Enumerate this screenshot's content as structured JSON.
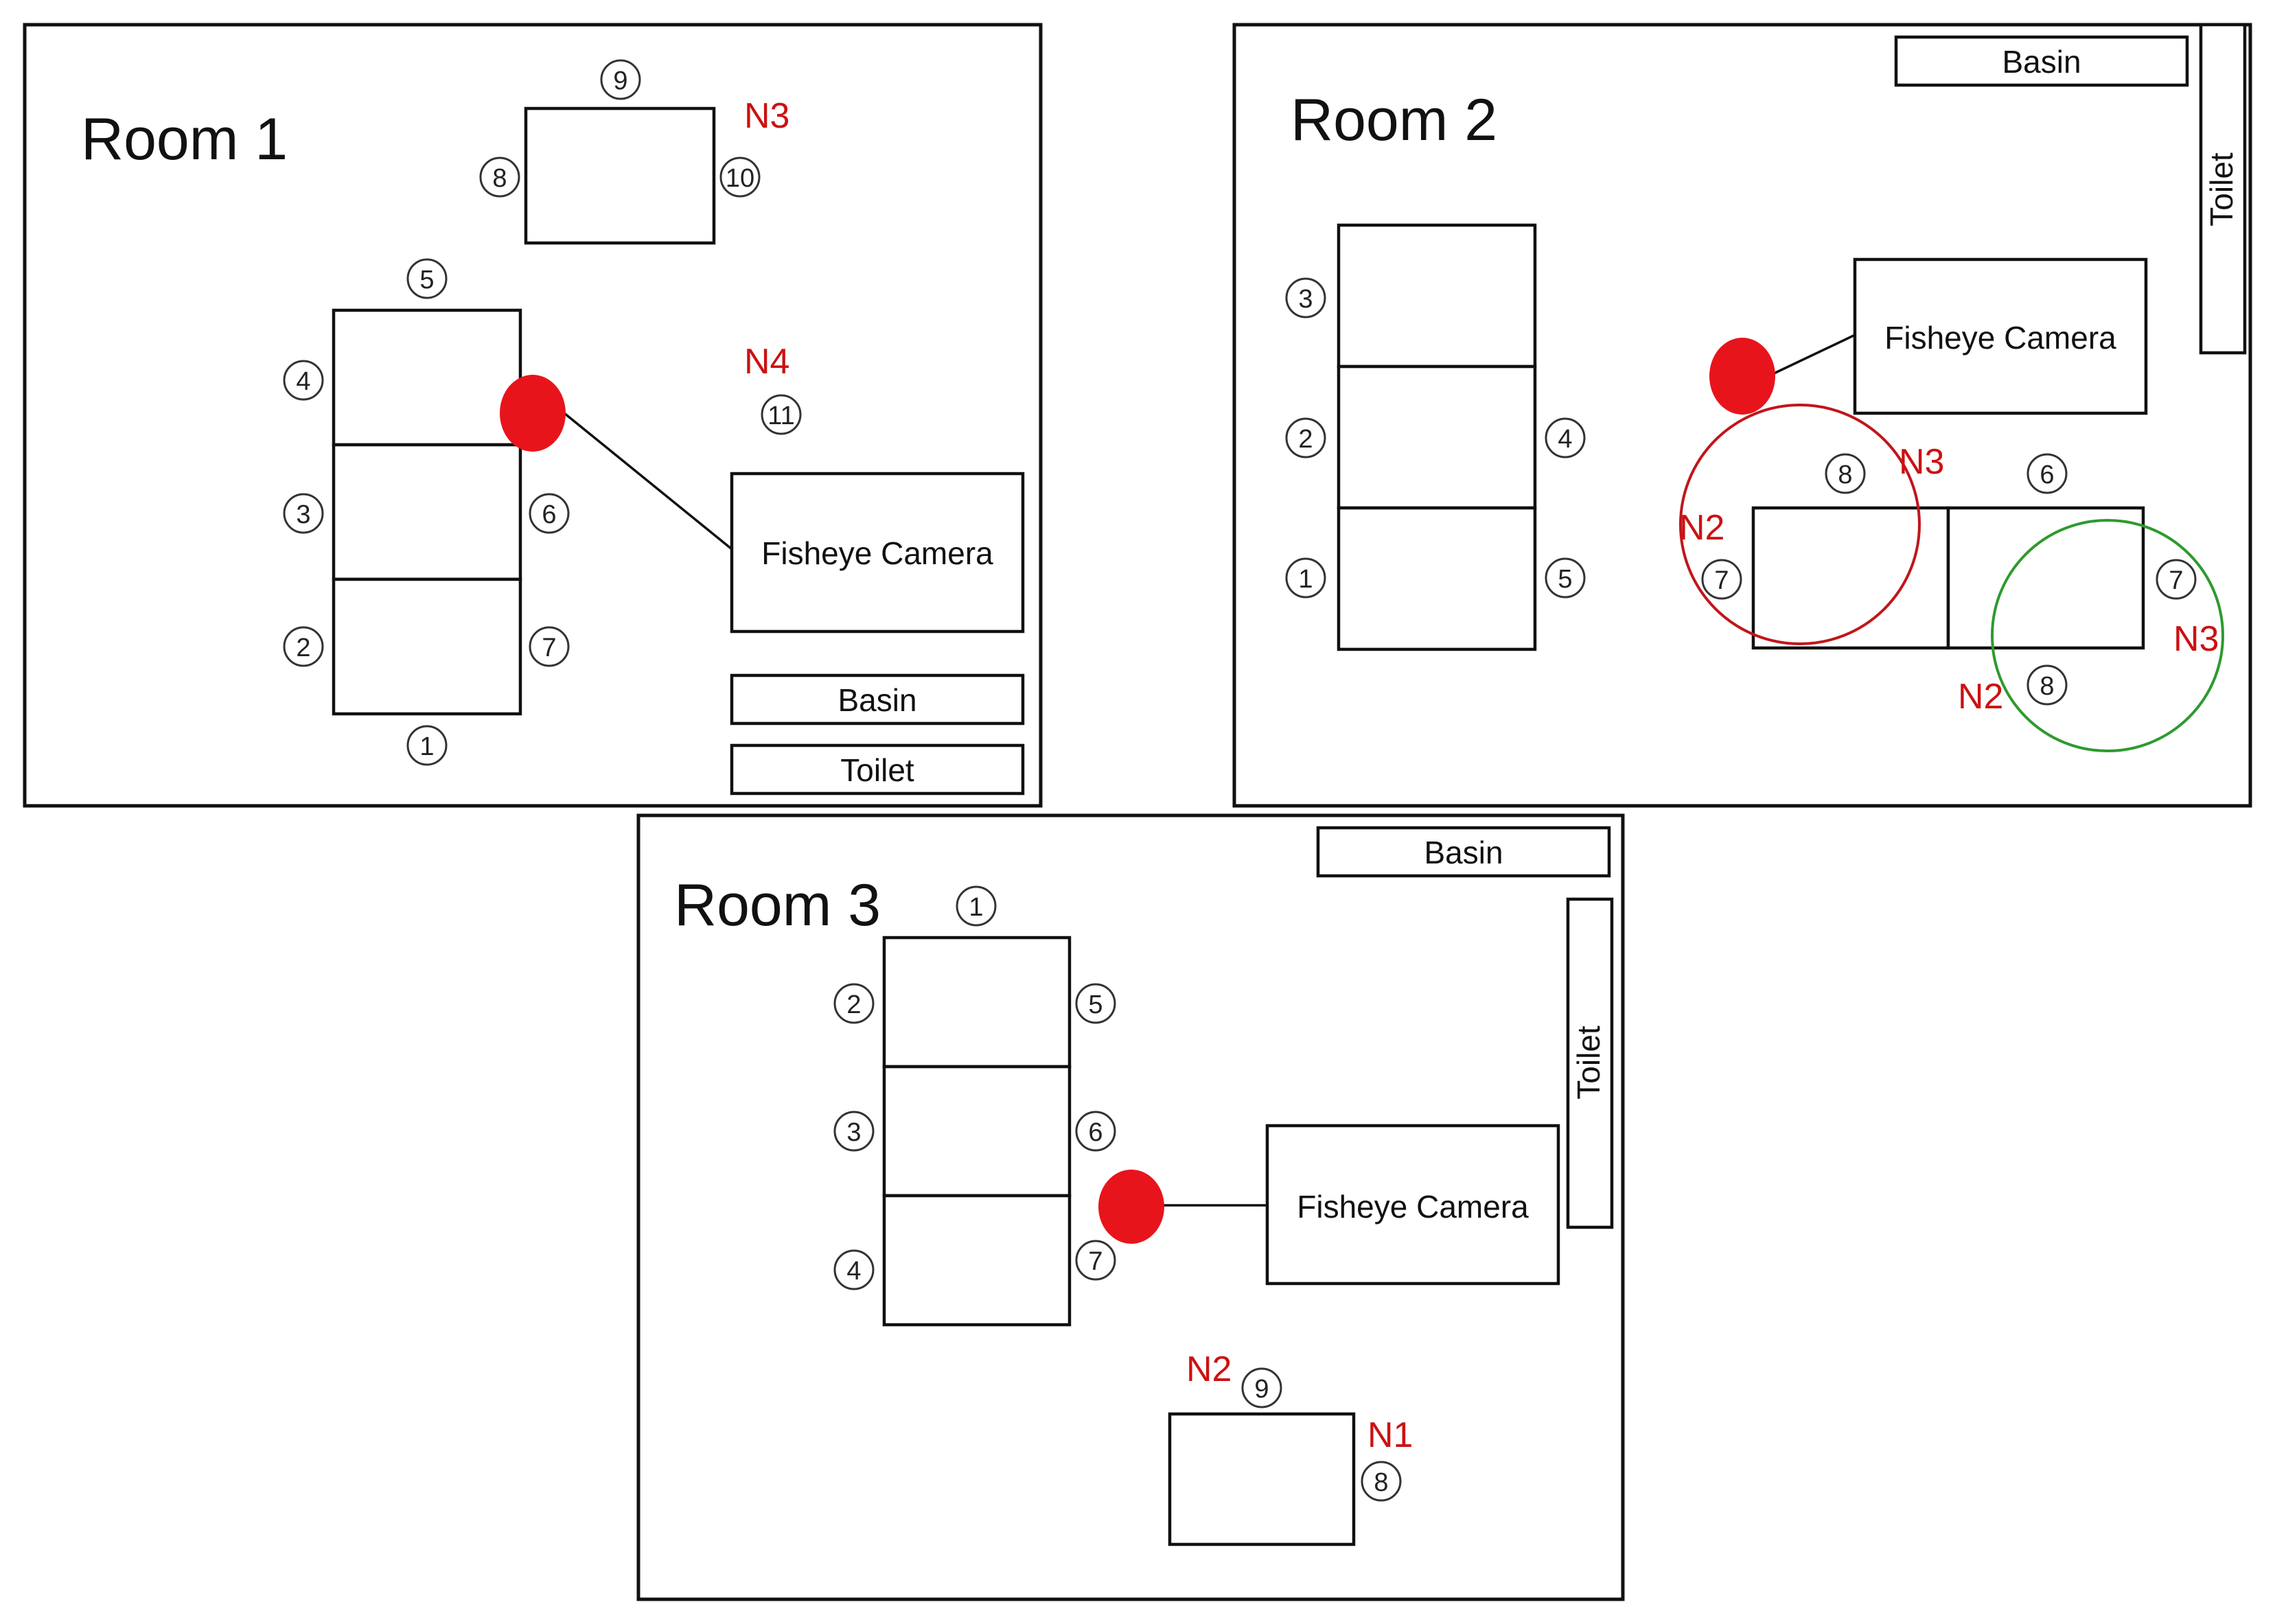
{
  "colors": {
    "camera": "#e8141c",
    "tag": "#cc1111",
    "zone_red": "#c0161c",
    "zone_green": "#2e9a2e"
  },
  "rooms": [
    {
      "title": "Room 1",
      "camera_label": "Fisheye Camera",
      "basin_label": "Basin",
      "toilet_label": "Toilet",
      "seats": [
        "9",
        "8",
        "10",
        "5",
        "4",
        "3",
        "6",
        "2",
        "7",
        "1",
        "11"
      ],
      "tags": [
        "N3",
        "N4"
      ]
    },
    {
      "title": "Room 2",
      "camera_label": "Fisheye Camera",
      "basin_label": "Basin",
      "toilet_label": "Toilet",
      "seats": [
        "3",
        "2",
        "1",
        "4",
        "5",
        "8",
        "6",
        "7",
        "7",
        "8"
      ],
      "tags": [
        "N3",
        "N2",
        "N3",
        "N2"
      ]
    },
    {
      "title": "Room 3",
      "camera_label": "Fisheye Camera",
      "basin_label": "Basin",
      "toilet_label": "Toilet",
      "seats": [
        "1",
        "2",
        "5",
        "3",
        "6",
        "4",
        "7",
        "9",
        "8"
      ],
      "tags": [
        "N2",
        "N1"
      ]
    }
  ]
}
